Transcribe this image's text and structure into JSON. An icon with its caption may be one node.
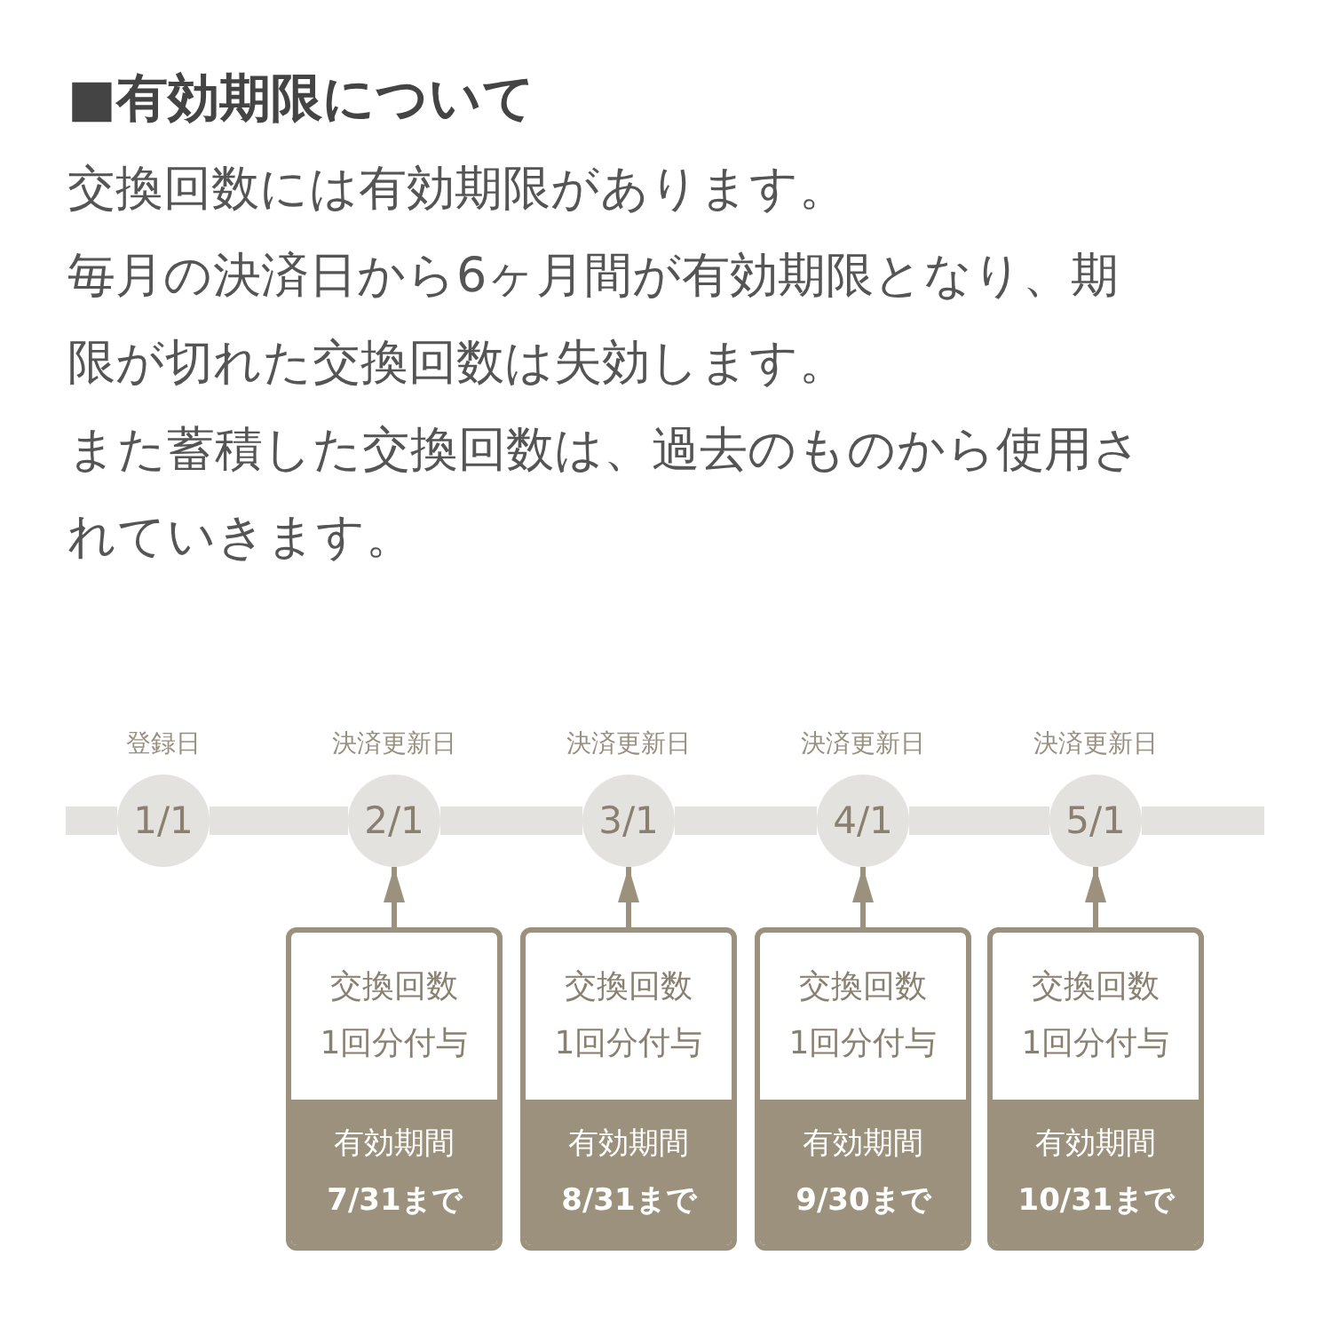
{
  "diagram": {
    "title": "■有効期限について",
    "nodes": [
      {
        "text": [
          "1/1"
        ],
        "beside": [
          "登録日"
        ]
      },
      {
        "text": [
          "2/1"
        ],
        "beside": [
          "決済更新日"
        ]
      },
      {
        "text": [
          "3/1"
        ],
        "beside": [
          "決済更新日"
        ]
      },
      {
        "text": [
          "4/1"
        ],
        "beside": [
          "決済更新日"
        ]
      },
      {
        "text": [
          "5/1"
        ],
        "beside": [
          "決済更新日"
        ]
      },
      {
        "text": [
          "交換回数",
          "1回分付与",
          "有効期間",
          "7/31まで"
        ]
      },
      {
        "text": [
          "交換回数",
          "1回分付与",
          "有効期間",
          "8/31まで"
        ]
      },
      {
        "text": [
          "交換回数",
          "1回分付与",
          "有効期間",
          "9/30まで"
        ]
      },
      {
        "text": [
          "交換回数",
          "1回分付与",
          "有効期間",
          "10/31まで"
        ]
      }
    ],
    "edges": [
      {
        "from": null,
        "to": 0,
        "arrow": "none"
      },
      {
        "from": 0,
        "to": 1,
        "arrow": "none"
      },
      {
        "from": 1,
        "to": 2,
        "arrow": "none"
      },
      {
        "from": 2,
        "to": 3,
        "arrow": "none"
      },
      {
        "from": 3,
        "to": 4,
        "arrow": "none"
      },
      {
        "from": 4,
        "to": null,
        "arrow": "none"
      },
      {
        "from": 5,
        "to": 1,
        "arrow": "to",
        "color": "#9b917d"
      },
      {
        "from": 6,
        "to": 2,
        "arrow": "to",
        "color": "#9b917d"
      },
      {
        "from": 7,
        "to": 3,
        "arrow": "to",
        "color": "#9b917d"
      },
      {
        "from": 8,
        "to": 4,
        "arrow": "to",
        "color": "#9b917d"
      }
    ],
    "labels": [
      "交換回数には有効期限があります。",
      "毎月の決済日から6ヶ月間が有効期限となり、期限が切れた交換回数は失効します。",
      "また蓄積した交換回数は、過去のものから使用されていきます。"
    ]
  }
}
